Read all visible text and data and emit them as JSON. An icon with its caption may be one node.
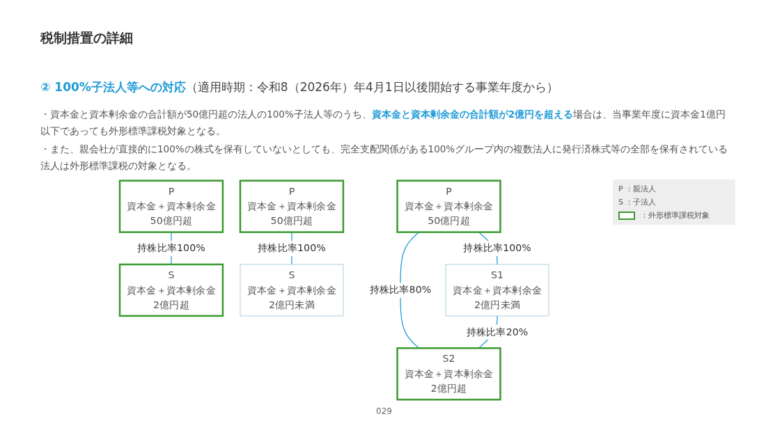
{
  "diagram": {
    "title": "税制措置の詳細",
    "nodes": [
      {
        "text": [
          "P",
          "資本金＋資本剰余金",
          "50億円超"
        ]
      },
      {
        "text": [
          "S",
          "資本金＋資本剰余金",
          "2億円超"
        ]
      },
      {
        "text": [
          "P",
          "資本金＋資本剰余金",
          "50億円超"
        ]
      },
      {
        "text": [
          "S",
          "資本金＋資本剰余金",
          "2億円未満"
        ]
      },
      {
        "text": [
          "P",
          "資本金＋資本剰余金",
          "50億円超"
        ]
      },
      {
        "text": [
          "S1",
          "資本金＋資本剰余金",
          "2億円未満"
        ]
      },
      {
        "text": [
          "S2",
          "資本金＋資本剰余金",
          "2億円超"
        ]
      }
    ],
    "edges": [
      {
        "from": 0,
        "to": 1,
        "arrow": "none",
        "label": "持株比率100%"
      },
      {
        "from": 2,
        "to": 3,
        "arrow": "none",
        "label": "持株比率100%"
      },
      {
        "from": 4,
        "to": 5,
        "arrow": "none",
        "label": "持株比率100%"
      },
      {
        "from": 4,
        "to": 6,
        "arrow": "none",
        "label": "持株比率80%"
      },
      {
        "from": 5,
        "to": 6,
        "arrow": "none",
        "label": "持株比率20%"
      }
    ],
    "labels": [
      "**② 100%子法人等への対応**（適用時期：令和8（2026年）年4月1日以後開始する事業年度から）",
      "・資本金と資本剰余金の合計額が50億円超の法人の100%子法人等のうち、**資本金と資本剰余金の合計額が2億円を超える**場合は、当事業年度に資本金1億円以下であっても外形標準課税対象となる。",
      "・また、親会社が直接的に100%の株式を保有していないとしても、完全支配関係がある100%グループ内の複数法人に発行済株式等の全部を保有されている法人は外形標準課税の対象となる。",
      "029"
    ],
    "legend": [
      {
        "text": "P ：親法人"
      },
      {
        "text": "S ：子法人"
      },
      {
        "text": "：外形標準課税対象"
      }
    ]
  }
}
